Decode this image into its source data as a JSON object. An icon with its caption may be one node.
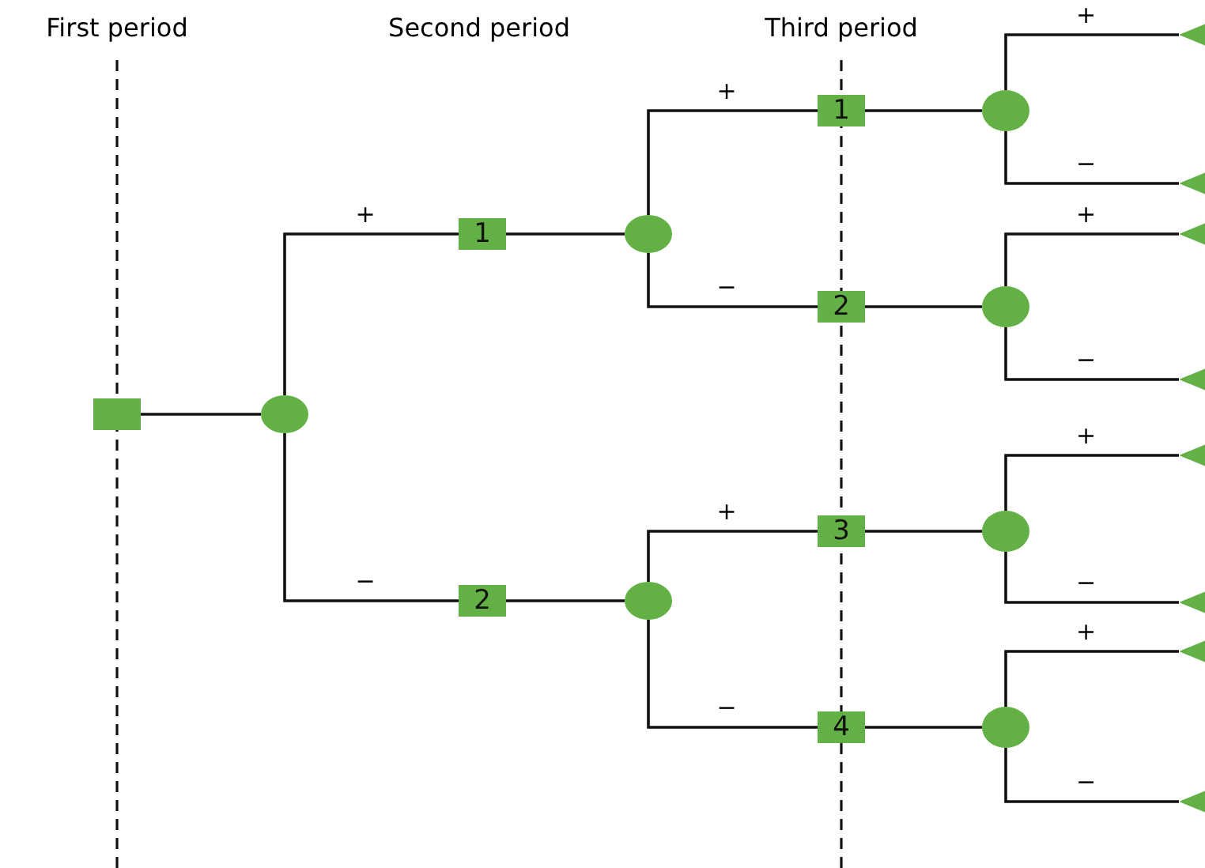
{
  "diagram": {
    "nodes": [
      {
        "text": [],
        "shape": "box"
      },
      {
        "text": [],
        "shape": "circle"
      },
      {
        "text": [
          "1"
        ]
      },
      {
        "text": [
          "2"
        ]
      },
      {
        "text": [],
        "shape": "circle"
      },
      {
        "text": [],
        "shape": "circle"
      },
      {
        "text": [
          "1"
        ]
      },
      {
        "text": [
          "2"
        ]
      },
      {
        "text": [
          "3"
        ]
      },
      {
        "text": [
          "4"
        ]
      },
      {
        "text": [],
        "shape": "circle"
      },
      {
        "text": [],
        "shape": "circle"
      },
      {
        "text": [],
        "shape": "circle"
      },
      {
        "text": [],
        "shape": "circle"
      },
      {
        "text": [],
        "shape": "triangle"
      },
      {
        "text": [],
        "shape": "triangle"
      },
      {
        "text": [],
        "shape": "triangle"
      },
      {
        "text": [],
        "shape": "triangle"
      },
      {
        "text": [],
        "shape": "triangle"
      },
      {
        "text": [],
        "shape": "triangle"
      },
      {
        "text": [],
        "shape": "triangle"
      },
      {
        "text": [],
        "shape": "triangle"
      }
    ],
    "edges": [
      {
        "from": 0,
        "to": 1,
        "arrow": "none"
      },
      {
        "from": 1,
        "to": 2,
        "label": "+",
        "arrow": "none"
      },
      {
        "from": 1,
        "to": 3,
        "label": "−",
        "arrow": "none"
      },
      {
        "from": 2,
        "to": 4,
        "arrow": "none"
      },
      {
        "from": 3,
        "to": 5,
        "arrow": "none"
      },
      {
        "from": 4,
        "to": 6,
        "label": "+",
        "arrow": "none"
      },
      {
        "from": 4,
        "to": 7,
        "label": "−",
        "arrow": "none"
      },
      {
        "from": 5,
        "to": 8,
        "label": "+",
        "arrow": "none"
      },
      {
        "from": 5,
        "to": 9,
        "label": "−",
        "arrow": "none"
      },
      {
        "from": 6,
        "to": 10,
        "arrow": "none"
      },
      {
        "from": 7,
        "to": 11,
        "arrow": "none"
      },
      {
        "from": 8,
        "to": 12,
        "arrow": "none"
      },
      {
        "from": 9,
        "to": 13,
        "arrow": "none"
      },
      {
        "from": 10,
        "to": 14,
        "label": "+",
        "arrow": "none"
      },
      {
        "from": 10,
        "to": 15,
        "label": "−",
        "arrow": "none"
      },
      {
        "from": 11,
        "to": 16,
        "label": "+",
        "arrow": "none"
      },
      {
        "from": 11,
        "to": 17,
        "label": "−",
        "arrow": "none"
      },
      {
        "from": 12,
        "to": 18,
        "label": "+",
        "arrow": "none"
      },
      {
        "from": 12,
        "to": 19,
        "label": "−",
        "arrow": "none"
      },
      {
        "from": 13,
        "to": 20,
        "label": "+",
        "arrow": "none"
      },
      {
        "from": 13,
        "to": 21,
        "label": "−",
        "arrow": "none"
      }
    ],
    "labels": [
      "First period",
      "Second period",
      "Third period"
    ]
  }
}
